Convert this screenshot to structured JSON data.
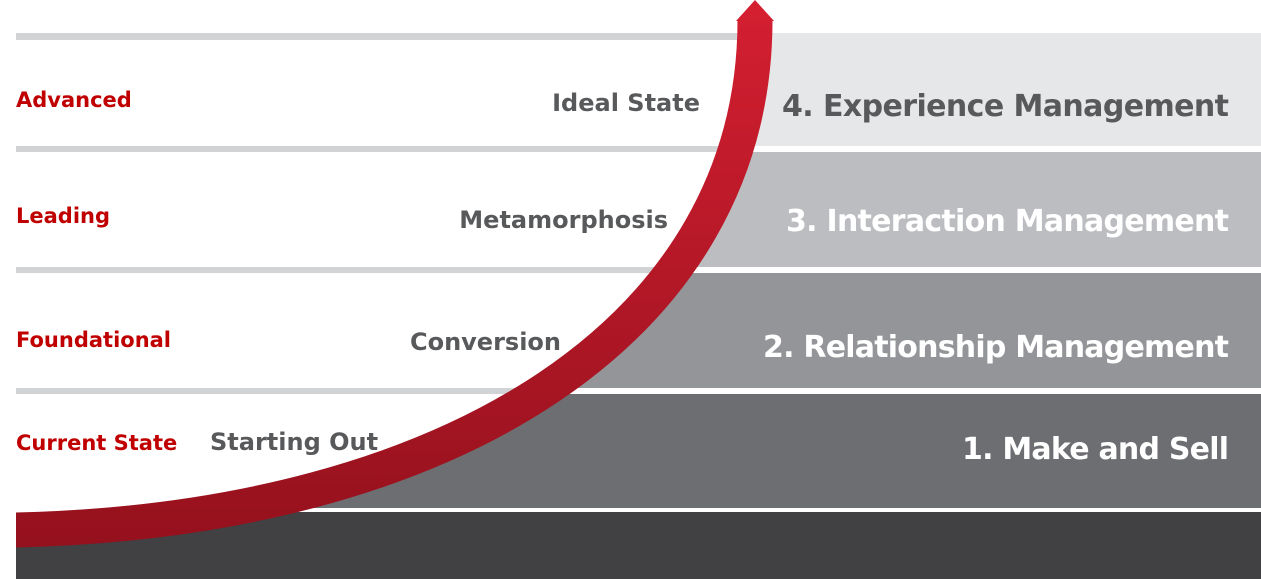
{
  "levels": [
    "Advanced",
    "Leading",
    "Foundational",
    "Current State"
  ],
  "stages": [
    "Ideal State",
    "Metamorphosis",
    "Conversion",
    "Starting Out"
  ],
  "tiers": [
    "4. Experience Management",
    "3. Interaction Management",
    "2. Relationship Management",
    "1. Make and Sell"
  ],
  "colors": {
    "level_text": "#c00000",
    "stage_text": "#58595b",
    "tier4_bg": "#e6e7e8",
    "tier3_bg": "#bcbdc0",
    "tier2_bg": "#939598",
    "tier1_bg": "#6d6e71",
    "base_bg": "#414042",
    "divider": "#d1d3d4",
    "arrow_dark": "#95111d",
    "arrow_light": "#d41f31"
  }
}
